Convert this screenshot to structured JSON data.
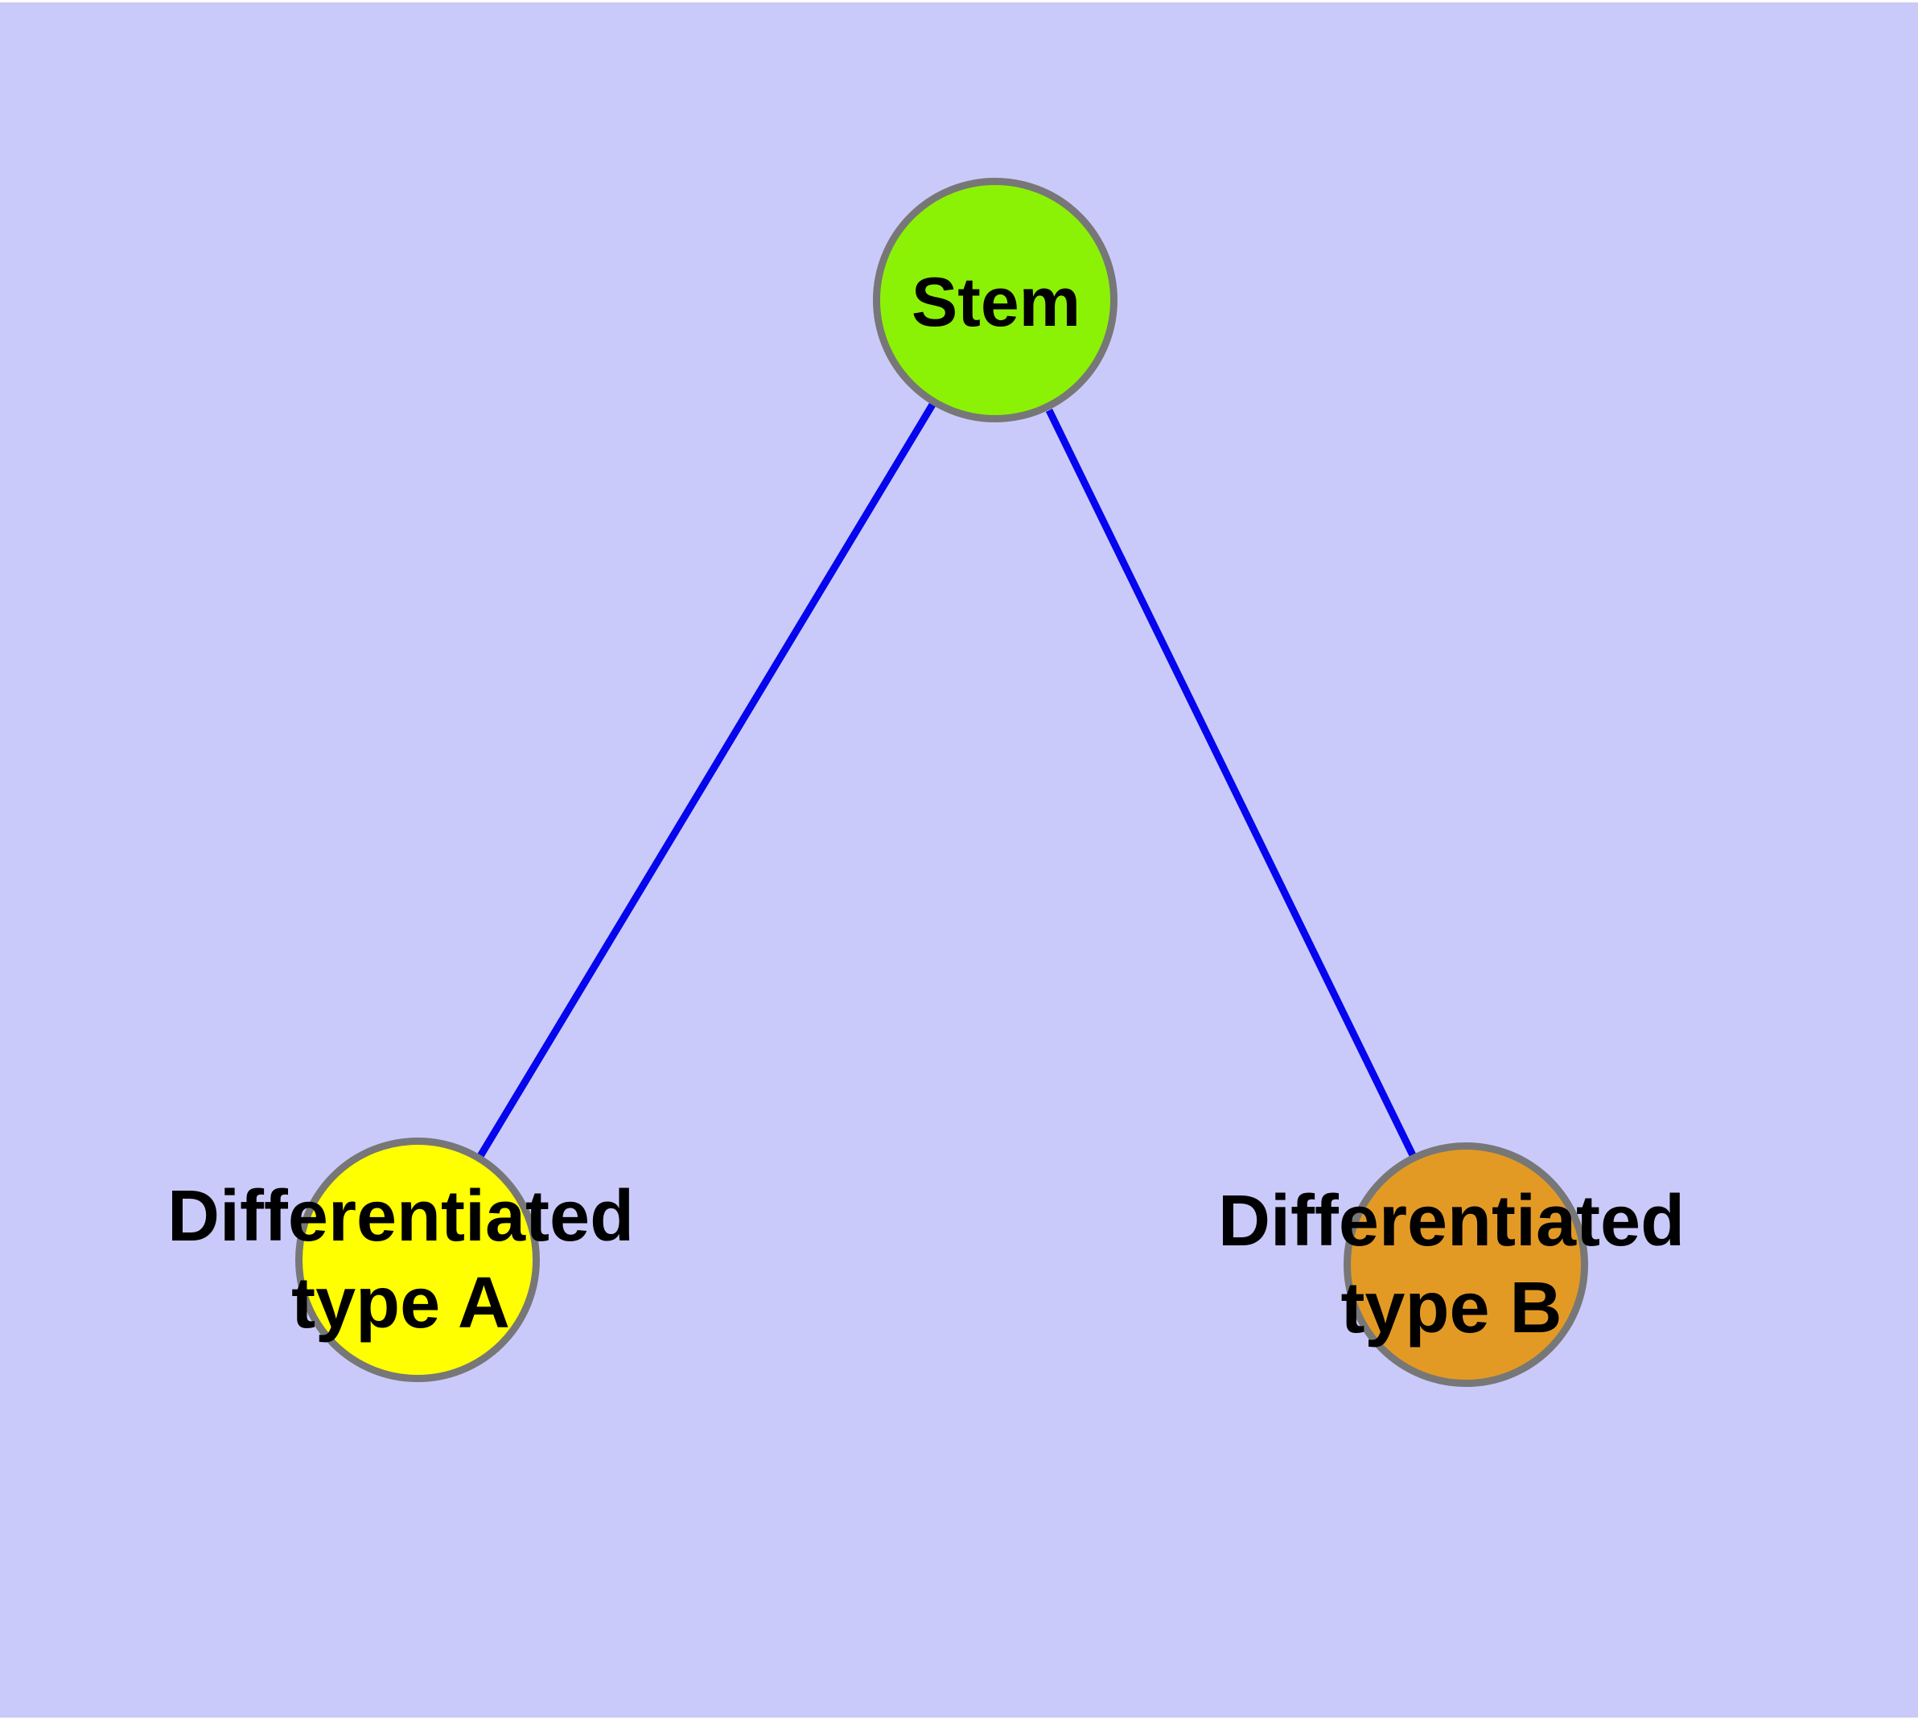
{
  "diagram": {
    "type": "node-link-graph",
    "background_color": "#CACAFA",
    "frame_color": "#FFFFFF",
    "edge_color": "#0505EE",
    "node_border_color": "#777777",
    "label_color": "#000000",
    "nodes": [
      {
        "id": "stem",
        "label": "Stem",
        "fill": "#8CF205",
        "shape": "circle"
      },
      {
        "id": "diff-a",
        "label": "Differentiated\ntype A",
        "fill": "#FFFF00",
        "shape": "circle"
      },
      {
        "id": "diff-b",
        "label": "Differentiated\ntype B",
        "fill": "#E39A25",
        "shape": "circle"
      }
    ],
    "edges": [
      {
        "from": "stem",
        "to": "diff-a"
      },
      {
        "from": "stem",
        "to": "diff-b"
      }
    ]
  }
}
